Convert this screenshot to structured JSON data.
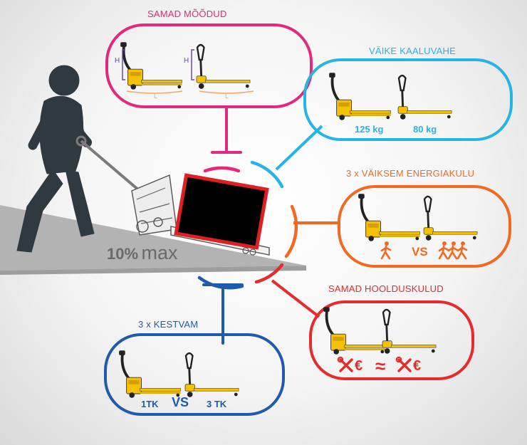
{
  "colors": {
    "magenta": "#e2297b",
    "cyan": "#27b4e2",
    "orange": "#f26a21",
    "red": "#e52b2b",
    "blue": "#1f5bab",
    "yellow": "#f6c100",
    "dark": "#2f3a40",
    "ramp": "#b3b3b3"
  },
  "features": {
    "same_dimensions": {
      "title": "SAMAD MÕÕDUD",
      "h_label": "H",
      "l_label": "L"
    },
    "weight": {
      "title": "VÄIKE KAALUVAHE",
      "left_value": "125 kg",
      "right_value": "80 kg"
    },
    "energy": {
      "title": "3 x VÄIKSEM ENERGIAKULU",
      "vs": "VS"
    },
    "maintenance": {
      "title": "SAMAD HOOLDUSKULUD",
      "approx": "≈"
    },
    "lifetime": {
      "title": "3 x KESTVAM",
      "left_value": "1TK",
      "vs": "VS",
      "right_value": "3 TK"
    }
  },
  "ramp": {
    "percent": "10%",
    "word": "max"
  }
}
